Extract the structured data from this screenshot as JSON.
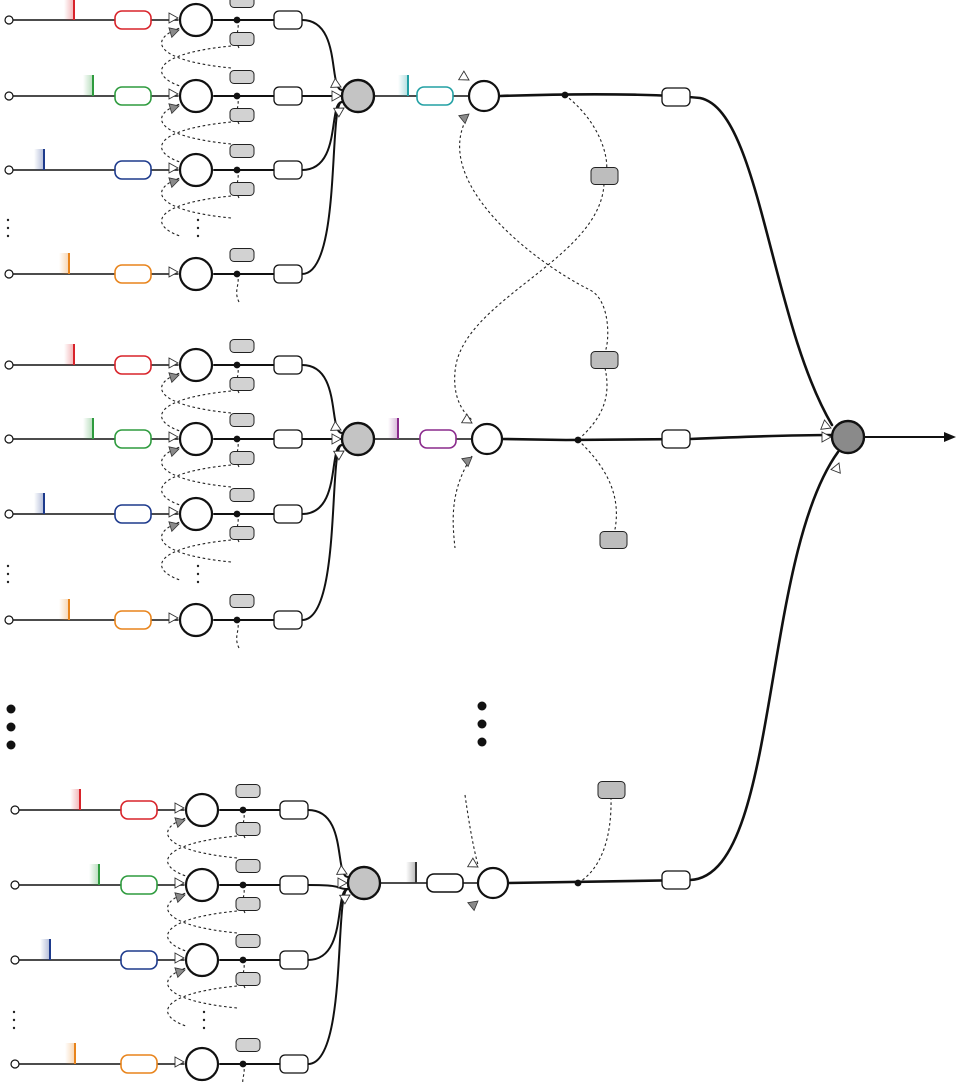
{
  "colors": {
    "line": "#111111",
    "red": "#d8232a",
    "green": "#2e9b3e",
    "blue": "#1d3a8c",
    "orange": "#e8841c",
    "teal": "#22a0a4",
    "purple": "#8a2a8c",
    "dark": "#333333",
    "light_gray_box": "#d2d2d2",
    "mid_gray_box": "#bdbdbd",
    "gray_node": "#c4c4c4",
    "dark_node": "#8a8a8a"
  },
  "structure": {
    "groups": 3,
    "channels_per_group": 4,
    "channel_colors": [
      "red",
      "green",
      "blue",
      "orange"
    ],
    "group_stage2_colors": [
      "teal",
      "purple",
      "dark"
    ],
    "ellipsis_channel_before": 3,
    "output_arrow": true
  }
}
